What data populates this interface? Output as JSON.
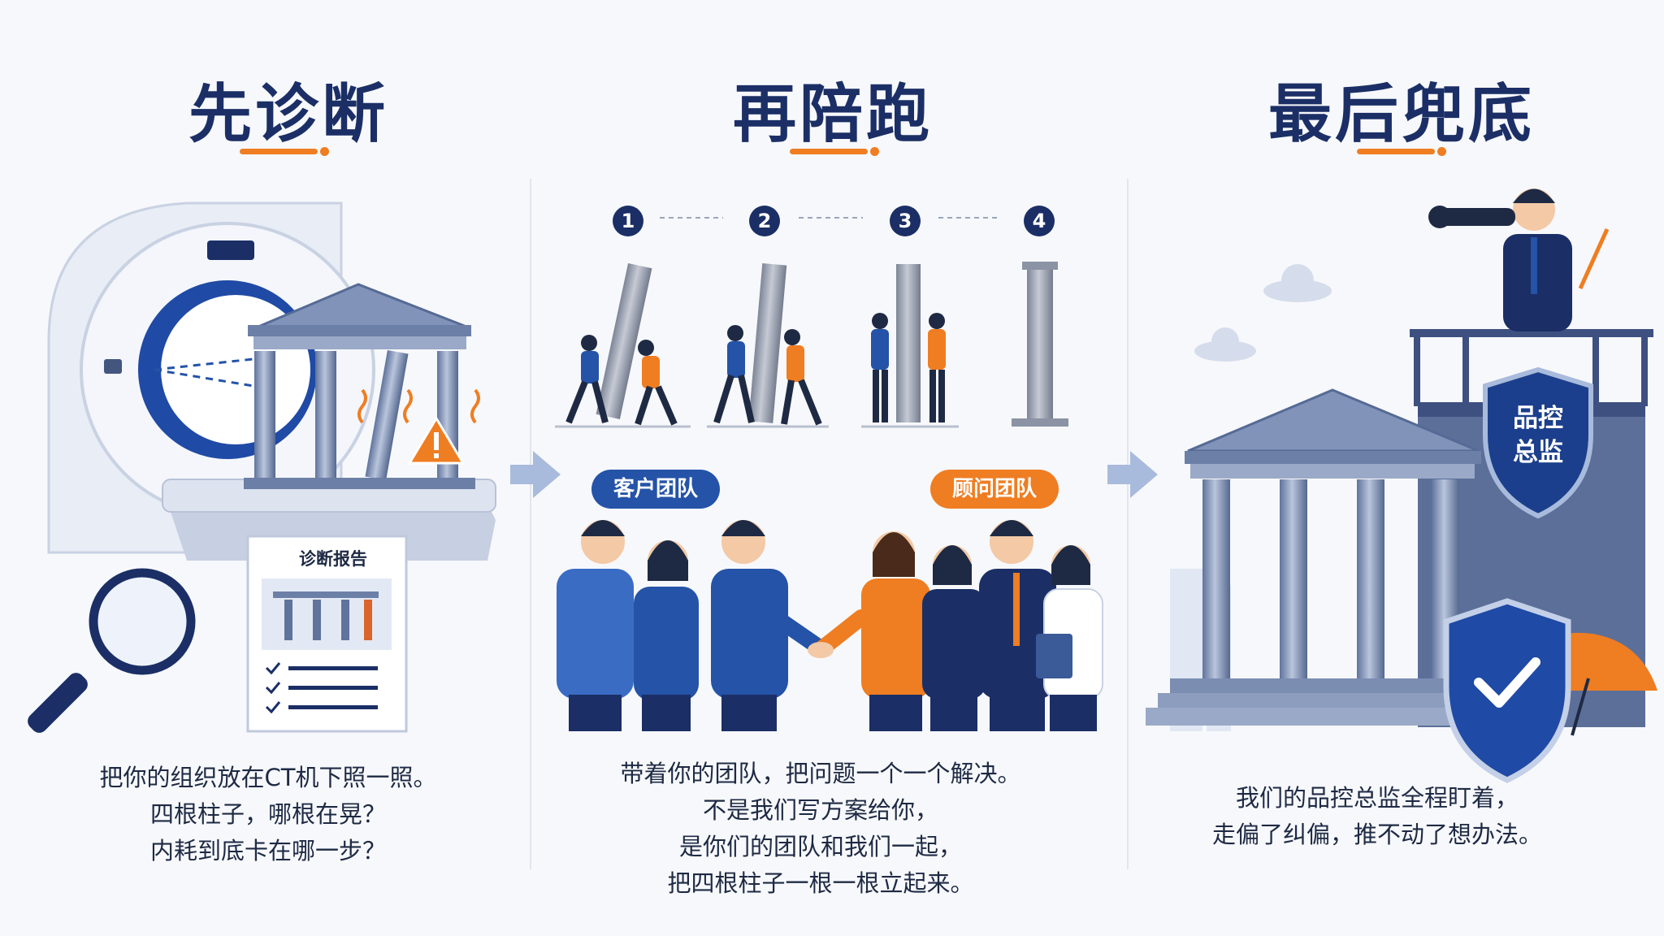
{
  "sections": [
    {
      "title": "先诊断",
      "caption": [
        "把你的组织放在CT机下照一照。",
        "四根柱子，哪根在晃？",
        "内耗到底卡在哪一步？"
      ]
    },
    {
      "title": "再陪跑",
      "caption": [
        "带着你的团队，把问题一个一个解决。",
        "不是我们写方案给你，",
        "是你们的团队和我们一起，",
        "把四根柱子一根一根立起来。"
      ]
    },
    {
      "title": "最后兜底",
      "caption": [
        "我们的品控总监全程盯着，",
        "走偏了纠偏，推不动了想办法。"
      ]
    }
  ],
  "report": {
    "title": "诊断报告"
  },
  "steps": [
    "1",
    "2",
    "3",
    "4"
  ],
  "teams": {
    "client": "客户团队",
    "consultant": "顾问团队"
  },
  "qc_badge": {
    "line1": "品控",
    "line2": "总监"
  },
  "colors": {
    "navy": "#1b2f66",
    "orange": "#ef7d22",
    "blue": "#2453a8"
  },
  "icons": [
    "ct-scanner-icon",
    "building-columns-icon",
    "warning-icon",
    "magnifier-icon",
    "arrow-right-icon",
    "handshake-icon",
    "telescope-icon",
    "shield-check-icon",
    "umbrella-icon"
  ]
}
